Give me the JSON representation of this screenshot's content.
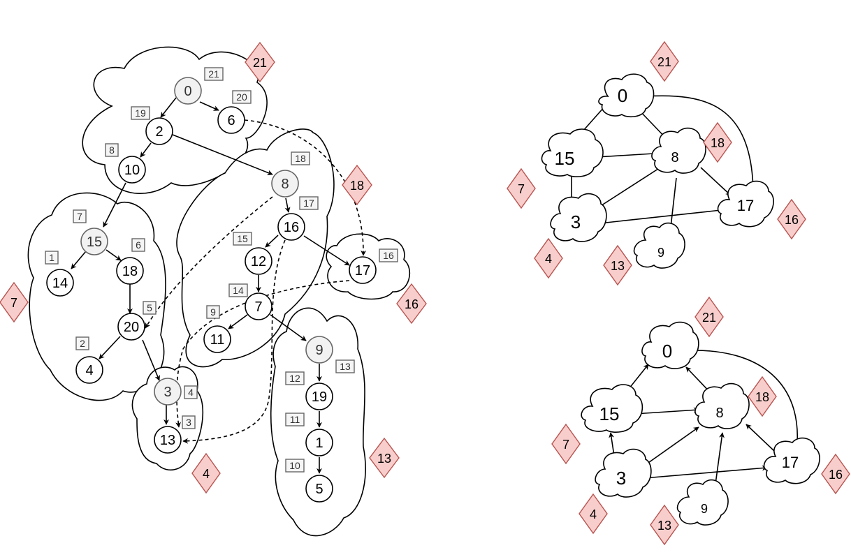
{
  "left_graph": {
    "nodes": [
      {
        "id": "n0",
        "label": "0",
        "root": true
      },
      {
        "id": "n6",
        "label": "6"
      },
      {
        "id": "n2",
        "label": "2"
      },
      {
        "id": "n10",
        "label": "10"
      },
      {
        "id": "n15",
        "label": "15",
        "root": true
      },
      {
        "id": "n14",
        "label": "14"
      },
      {
        "id": "n18",
        "label": "18"
      },
      {
        "id": "n20",
        "label": "20"
      },
      {
        "id": "n4",
        "label": "4"
      },
      {
        "id": "n3",
        "label": "3",
        "root": true
      },
      {
        "id": "n13",
        "label": "13"
      },
      {
        "id": "n8",
        "label": "8",
        "root": true
      },
      {
        "id": "n16",
        "label": "16"
      },
      {
        "id": "n12",
        "label": "12"
      },
      {
        "id": "n7",
        "label": "7"
      },
      {
        "id": "n11",
        "label": "11"
      },
      {
        "id": "n17",
        "label": "17"
      },
      {
        "id": "n9",
        "label": "9",
        "root": true
      },
      {
        "id": "n19",
        "label": "19"
      },
      {
        "id": "n1",
        "label": "1"
      },
      {
        "id": "n5",
        "label": "5"
      }
    ],
    "tags": [
      "21",
      "20",
      "19",
      "8",
      "18",
      "17",
      "15",
      "16",
      "14",
      "9",
      "7",
      "6",
      "1",
      "5",
      "2",
      "4",
      "3",
      "13",
      "12",
      "11",
      "10"
    ],
    "diamonds": [
      "21",
      "18",
      "7",
      "16",
      "4",
      "13"
    ]
  },
  "top_right_graph": {
    "nodes": [
      {
        "id": "c0",
        "label": "0"
      },
      {
        "id": "c15",
        "label": "15"
      },
      {
        "id": "c8",
        "label": "8"
      },
      {
        "id": "c3",
        "label": "3"
      },
      {
        "id": "c17",
        "label": "17"
      },
      {
        "id": "c9",
        "label": "9"
      }
    ],
    "diamonds": [
      "21",
      "18",
      "7",
      "16",
      "4",
      "13"
    ]
  },
  "bottom_right_graph": {
    "nodes": [
      {
        "id": "d0",
        "label": "0"
      },
      {
        "id": "d15",
        "label": "15"
      },
      {
        "id": "d8",
        "label": "8"
      },
      {
        "id": "d3",
        "label": "3"
      },
      {
        "id": "d17",
        "label": "17"
      },
      {
        "id": "d9",
        "label": "9"
      }
    ],
    "diamonds": [
      "21",
      "18",
      "7",
      "16",
      "4",
      "13"
    ]
  },
  "colors": {
    "diamond_fill": "#f8cecc",
    "diamond_stroke": "#b85450",
    "root_fill": "#f2f2f2",
    "tag_fill": "#f5f5f5"
  }
}
